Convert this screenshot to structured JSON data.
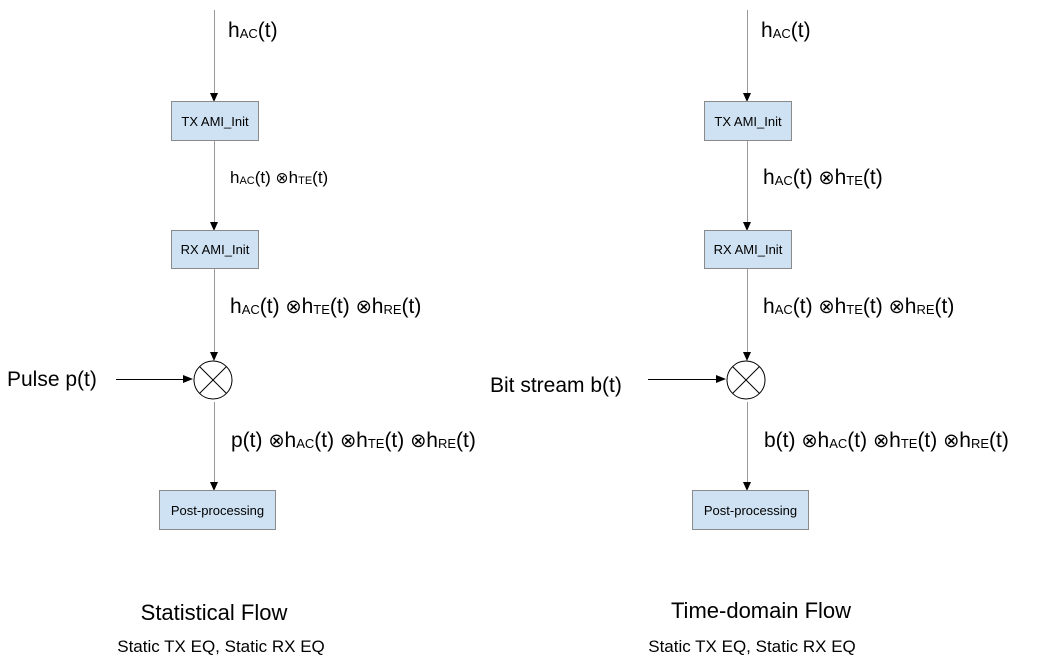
{
  "statistical": {
    "blocks": {
      "tx": "TX AMI_Init",
      "rx": "RX AMI_Init",
      "post": "Post-processing"
    },
    "input": {
      "label": "Pulse p(t)"
    },
    "signals": {
      "s1": {
        "a": "h",
        "a_sub": "AC",
        "a_tail": "(t)"
      },
      "s2": {
        "a": "h",
        "a_sub": "AC",
        "a_tail": "(t) ",
        "op1": "⊗",
        "b": "h",
        "b_sub": "TE",
        "b_tail": "(t)"
      },
      "s3": {
        "a": "h",
        "a_sub": "AC",
        "a_tail": "(t) ",
        "op1": "⊗",
        "b": "h",
        "b_sub": "TE",
        "b_tail": "(t) ",
        "op2": "⊗",
        "c": "h",
        "c_sub": "RE",
        "c_tail": "(t)"
      },
      "s4": {
        "pre": "p(t) ",
        "op0": "⊗",
        "a": "h",
        "a_sub": "AC",
        "a_tail": "(t) ",
        "op1": "⊗",
        "b": "h",
        "b_sub": "TE",
        "b_tail": "(t) ",
        "op2": "⊗",
        "c": "h",
        "c_sub": "RE",
        "c_tail": "(t)"
      }
    },
    "title": "Statistical Flow",
    "subtitle": "Static TX EQ, Static RX EQ"
  },
  "timedomain": {
    "blocks": {
      "tx": "TX AMI_Init",
      "rx": "RX AMI_Init",
      "post": "Post-processing"
    },
    "input": {
      "label": "Bit stream b(t)"
    },
    "signals": {
      "s1": {
        "a": "h",
        "a_sub": "AC",
        "a_tail": "(t)"
      },
      "s2": {
        "a": "h",
        "a_sub": "AC",
        "a_tail": "(t) ",
        "op1": "⊗",
        "b": "h",
        "b_sub": "TE",
        "b_tail": "(t)"
      },
      "s3": {
        "a": "h",
        "a_sub": "AC",
        "a_tail": "(t) ",
        "op1": "⊗",
        "b": "h",
        "b_sub": "TE",
        "b_tail": "(t) ",
        "op2": "⊗",
        "c": "h",
        "c_sub": "RE",
        "c_tail": "(t)"
      },
      "s4": {
        "pre": "b(t) ",
        "op0": "⊗",
        "a": "h",
        "a_sub": "AC",
        "a_tail": "(t) ",
        "op1": "⊗",
        "b": "h",
        "b_sub": "TE",
        "b_tail": "(t) ",
        "op2": "⊗",
        "c": "h",
        "c_sub": "RE",
        "c_tail": "(t)"
      }
    },
    "title": "Time-domain Flow",
    "subtitle": "Static TX EQ, Static RX EQ"
  }
}
